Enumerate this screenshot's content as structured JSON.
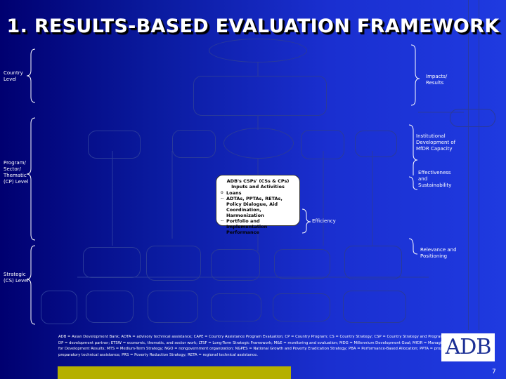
{
  "title": "1. RESULTS-BASED EVALUATION FRAMEWORK",
  "left_labels": {
    "country": "Country Level",
    "program": "Program/ Sector/ Thematic (CP) Level",
    "strategic": "Strategic (CS) Level"
  },
  "right_labels": {
    "impacts": "Impacts/ Results",
    "institutional": "Institutional Development of MfDR Capacity",
    "effectiveness": "Effectiveness and Sustainability",
    "efficiency": "Efficiency",
    "relevance": "Relevance and Positioning"
  },
  "csp_box": {
    "title": "ADB's CSPs' (CSs & CPs) Inputs and Activities",
    "items": [
      "Loans",
      "ADTAs, PPTAs, RETAs, Policy Dialogue, Aid Coordination, Harmonization",
      "Portfolio and Implementation Performance"
    ]
  },
  "footnote": "ADB = Asian Development Bank; ADTA = advisory technical assistance; CAPE = Country Assistance Program Evaluation; CP = Country Program; CS = Country Strategy; CSP = Country Strategy and Program; DP = development partner; ETSW = economic, thematic, and sector work; LTSF = Long-Term Strategic Framework; M&E = monitoring and evaluation; MDG = Millennium Development Goal; MfDR = Managing for Development Results; MTS = Medium-Term Strategy; NGO = nongovernment organization; NGPES = National Growth and Poverty Eradication Strategy; PBA = Performance-Based Allocation; PPTA = project preparatory technical assistance; PRS = Poverty Reduction Strategy; RETA = regional technical assistance.",
  "logo_text": "ADB",
  "page_number": "7",
  "colors": {
    "background_left": "#000070",
    "background_right": "#1f3ae0",
    "logo_blue": "#1b2f95",
    "bottom_bar": "#b5b000"
  }
}
